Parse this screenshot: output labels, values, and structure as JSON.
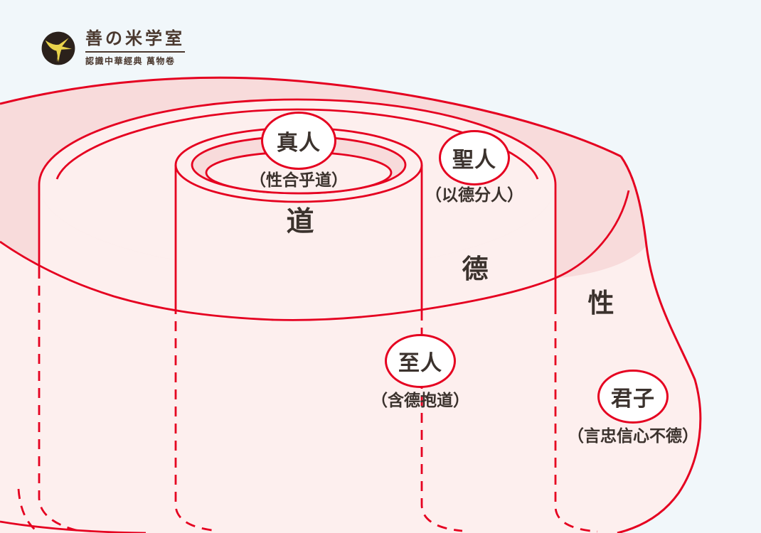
{
  "logo": {
    "title": "善の米学室",
    "subtitle": "認識中華經典 萬物卷",
    "icon": "swallow-bird-icon"
  },
  "diagram": {
    "type": "concentric-scroll-roll",
    "layers": [
      {
        "id": "dao",
        "label": "道"
      },
      {
        "id": "de",
        "label": "德"
      },
      {
        "id": "xing",
        "label": "性"
      }
    ],
    "persons": [
      {
        "id": "zhenren",
        "label": "真人",
        "caption": "（性合乎道）"
      },
      {
        "id": "shengren",
        "label": "聖人",
        "caption": "（以德分人）"
      },
      {
        "id": "zhiren",
        "label": "至人",
        "caption": "（含德抱道）"
      },
      {
        "id": "junzi",
        "label": "君子",
        "caption": "（言忠信心不德）"
      }
    ],
    "colors": {
      "line_red": "#e50020",
      "roll_top_fill": "#f8dbdb",
      "roll_light_fill": "#fdefee",
      "background": "#f1f7fa",
      "text_dark": "#3b322d",
      "logo_brown": "#4a382e",
      "bird_yellow": "#e9d34b",
      "logo_circle": "#2b211b"
    }
  }
}
